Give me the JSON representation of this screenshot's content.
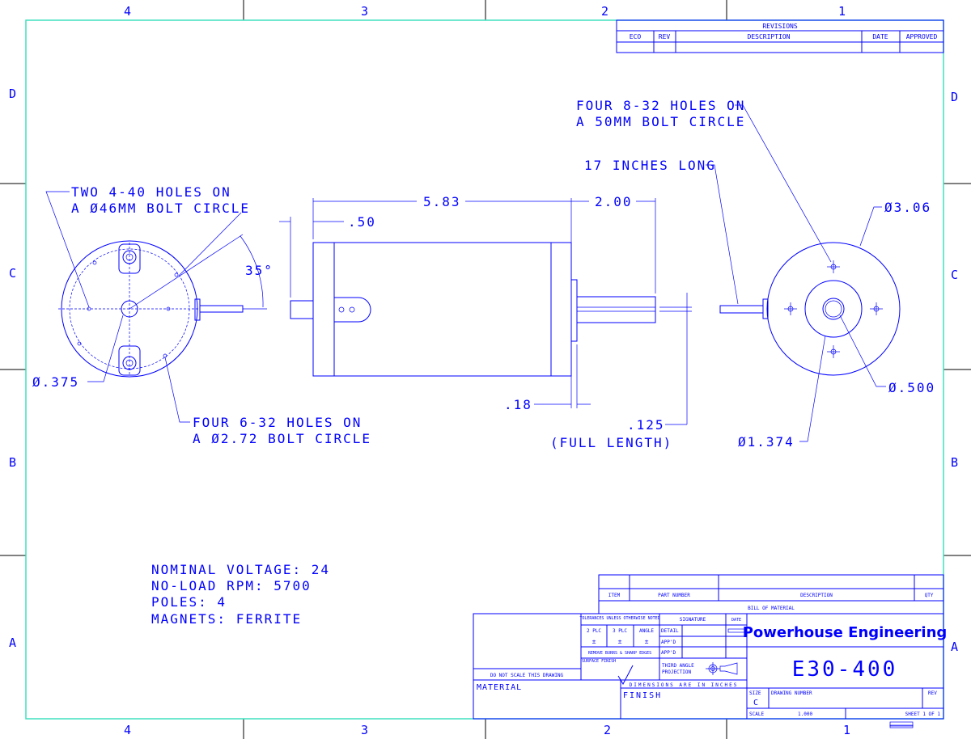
{
  "zones": {
    "top": [
      "4",
      "3",
      "2",
      "1"
    ],
    "side": [
      "D",
      "C",
      "B",
      "A"
    ]
  },
  "revisions": {
    "title": "REVISIONS",
    "headers": [
      "ECO",
      "REV",
      "DESCRIPTION",
      "DATE",
      "APPROVED"
    ]
  },
  "left_view": {
    "note_two_holes": [
      "TWO 4-40 HOLES ON",
      "A Ø46MM BOLT CIRCLE"
    ],
    "angle": "35°",
    "shaft_dia": "Ø.375",
    "note_four_holes": [
      "FOUR 6-32 HOLES ON",
      "A Ø2.72 BOLT CIRCLE"
    ]
  },
  "side_view": {
    "length": "5.83",
    "shaft_len": "2.00",
    "offset": ".50",
    "flange": ".18",
    "flat": ".125",
    "flat_note": "(FULL LENGTH)"
  },
  "right_view": {
    "note_holes": [
      "FOUR 8-32 HOLES ON",
      "A 50MM BOLT CIRCLE"
    ],
    "lead_note": "17 INCHES LONG",
    "outer_dia": "Ø3.06",
    "shaft_dia": "Ø.500",
    "boss_dia": "Ø1.374"
  },
  "specs": [
    "NOMINAL VOLTAGE: 24",
    "NO-LOAD RPM: 5700",
    "POLES: 4",
    "MAGNETS: FERRITE"
  ],
  "bom": {
    "headers": [
      "ITEM",
      "PART NUMBER",
      "DESCRIPTION",
      "QTY"
    ],
    "title": "BILL OF MATERIAL"
  },
  "title_block": {
    "tolerances": "TOLERANCES UNLESS OTHERWISE NOTED",
    "tol_cols": [
      "2 PLC",
      "3 PLC",
      "ANGLE"
    ],
    "pm": "±",
    "remove_burrs": "REMOVE BURRS & SHARP EDGES",
    "surface_finish": "SURFACE FINISH",
    "signature": "SIGNATURE",
    "date": "DATE",
    "detail": "DETAIL",
    "appd": "APP'D",
    "projection": [
      "THIRD ANGLE",
      "PROJECTION"
    ],
    "do_not_scale": "DO NOT SCALE THIS DRAWING",
    "dimensions_note": "DIMENSIONS ARE IN INCHES",
    "material": "MATERIAL",
    "finish": "FINISH",
    "company": "Powerhouse Engineering",
    "drawing_no": "E30-400",
    "size_label": "SIZE",
    "size": "C",
    "drawing_number_label": "DRAWING NUMBER",
    "rev_label": "REV",
    "scale_label": "SCALE",
    "scale": "1.000",
    "sheet": "SHEET 1 OF 1"
  },
  "colors": {
    "line": "#0000ff",
    "border": "#40e0c0",
    "zone": "#000000"
  }
}
